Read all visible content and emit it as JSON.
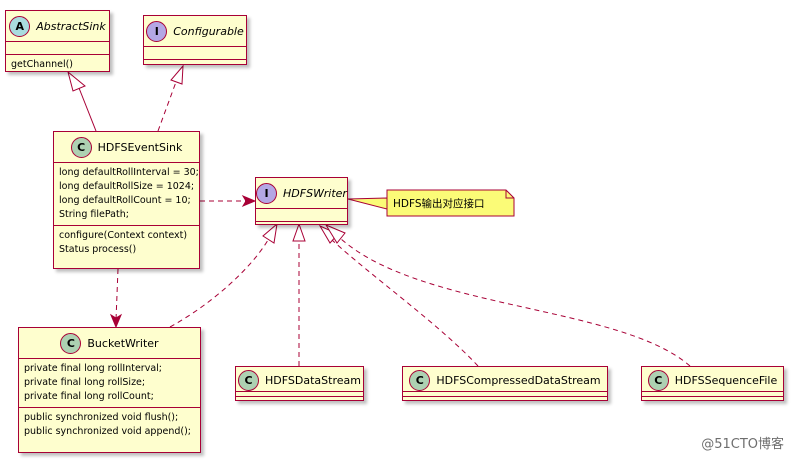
{
  "colors": {
    "class_fill": "#FEFECE",
    "border": "#A80036",
    "abstract_badge": "#A9DCDF",
    "interface_badge": "#B4A7E5",
    "class_badge": "#ADD1B2",
    "note_fill": "#FBFB77"
  },
  "diagram": {
    "classes": {
      "abstract_sink": {
        "badge": "A",
        "name": "AbstractSink",
        "methods": [
          "getChannel()"
        ]
      },
      "configurable": {
        "badge": "I",
        "name": "Configurable"
      },
      "hdfs_event_sink": {
        "badge": "C",
        "name": "HDFSEventSink",
        "fields": [
          "long defaultRollInterval = 30;",
          "long defaultRollSize = 1024;",
          "long defaultRollCount = 10;",
          "String filePath;"
        ],
        "methods": [
          "configure(Context context)",
          "Status process()"
        ]
      },
      "hdfs_writer": {
        "badge": "I",
        "name": "HDFSWriter"
      },
      "bucket_writer": {
        "badge": "C",
        "name": "BucketWriter",
        "fields": [
          "private final long rollInterval;",
          "private final long rollSize;",
          "private final long rollCount;"
        ],
        "methods": [
          "public synchronized void flush();",
          "public synchronized void append();"
        ]
      },
      "hdfs_data_stream": {
        "badge": "C",
        "name": "HDFSDataStream"
      },
      "hdfs_compressed_data_stream": {
        "badge": "C",
        "name": "HDFSCompressedDataStream"
      },
      "hdfs_sequence_file": {
        "badge": "C",
        "name": "HDFSSequenceFile"
      }
    },
    "note": "HDFS输出对应接口",
    "relations": [
      {
        "from": "HDFSEventSink",
        "to": "AbstractSink",
        "kind": "extends"
      },
      {
        "from": "HDFSEventSink",
        "to": "Configurable",
        "kind": "implements"
      },
      {
        "from": "HDFSEventSink",
        "to": "HDFSWriter",
        "kind": "dependency"
      },
      {
        "from": "HDFSEventSink",
        "to": "BucketWriter",
        "kind": "dependency"
      },
      {
        "from": "BucketWriter",
        "to": "HDFSWriter",
        "kind": "implements"
      },
      {
        "from": "HDFSDataStream",
        "to": "HDFSWriter",
        "kind": "implements"
      },
      {
        "from": "HDFSCompressedDataStream",
        "to": "HDFSWriter",
        "kind": "implements"
      },
      {
        "from": "HDFSSequenceFile",
        "to": "HDFSWriter",
        "kind": "implements"
      }
    ]
  },
  "watermark": "@51CTO博客"
}
